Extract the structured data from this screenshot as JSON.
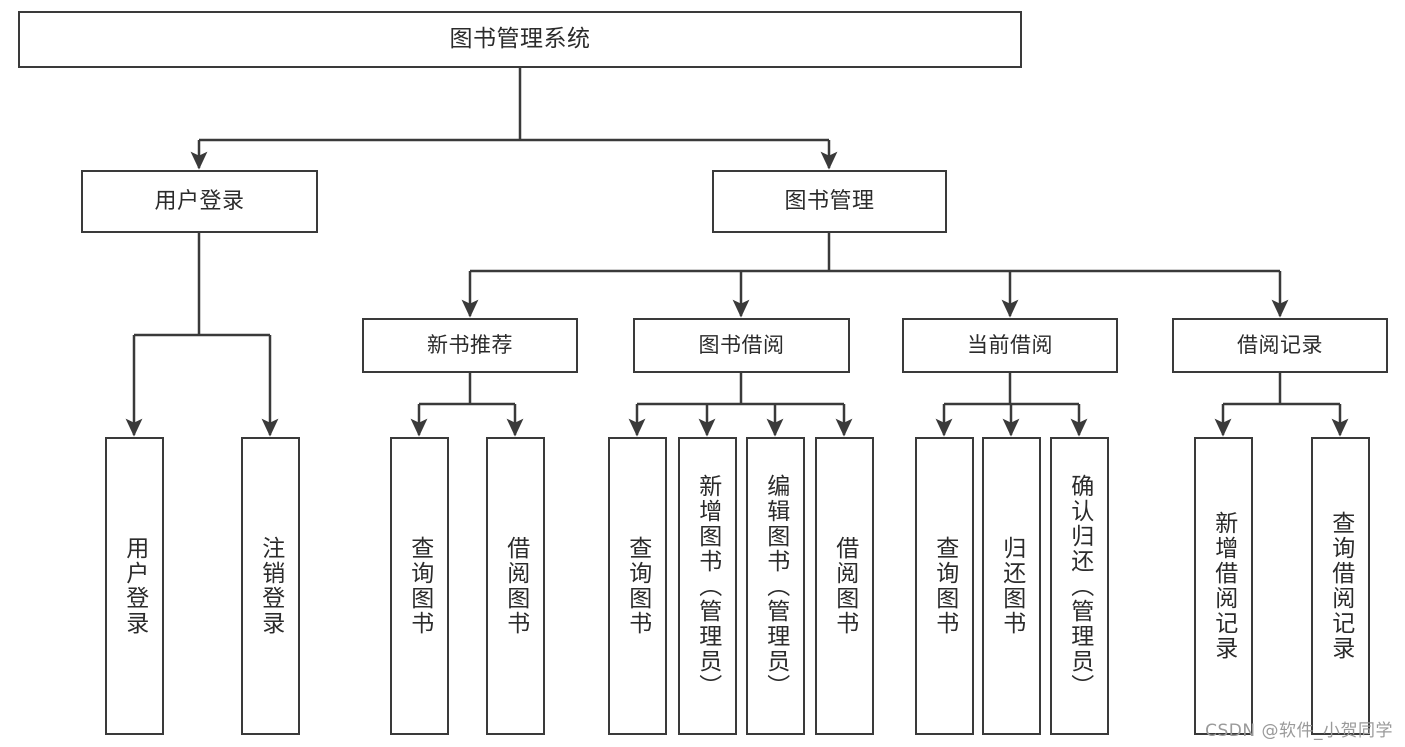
{
  "diagram": {
    "title": "图书管理系统",
    "type": "tree-hierarchy-diagram",
    "colors": {
      "box_border": "#3a3a3a",
      "box_fill": "#ffffff",
      "edge": "#3a3a3a",
      "text": "#2b2b2b",
      "watermark": "#9a9a9a",
      "background": "#ffffff"
    },
    "root": {
      "id": "root",
      "label": "图书管理系统"
    },
    "level1": [
      {
        "id": "user-login",
        "label": "用户登录"
      },
      {
        "id": "book-manage",
        "label": "图书管理"
      }
    ],
    "level2": [
      {
        "id": "new-book-recommend",
        "label": "新书推荐"
      },
      {
        "id": "book-borrow",
        "label": "图书借阅"
      },
      {
        "id": "current-borrow",
        "label": "当前借阅"
      },
      {
        "id": "borrow-record",
        "label": "借阅记录"
      }
    ],
    "leaves": {
      "user_login": [
        {
          "id": "leaf-user-login",
          "label": "用户登录"
        },
        {
          "id": "leaf-logout-login",
          "label": "注销登录"
        }
      ],
      "new_book_recommend": [
        {
          "id": "leaf-query-book-1",
          "label": "查询图书"
        },
        {
          "id": "leaf-borrow-book-1",
          "label": "借阅图书"
        }
      ],
      "book_borrow": [
        {
          "id": "leaf-query-book-2",
          "label": "查询图书"
        },
        {
          "id": "leaf-add-book",
          "label": "新增图书（管理员）"
        },
        {
          "id": "leaf-edit-book",
          "label": "编辑图书（管理员）"
        },
        {
          "id": "leaf-borrow-book-2",
          "label": "借阅图书"
        }
      ],
      "current_borrow": [
        {
          "id": "leaf-query-book-3",
          "label": "查询图书"
        },
        {
          "id": "leaf-return-book",
          "label": "归还图书"
        },
        {
          "id": "leaf-confirm-return",
          "label": "确认归还（管理员）"
        }
      ],
      "borrow_record": [
        {
          "id": "leaf-add-record",
          "label": "新增借阅记录"
        },
        {
          "id": "leaf-query-record",
          "label": "查询借阅记录"
        }
      ]
    }
  },
  "watermark": {
    "text": "CSDN @软件_小贺同学"
  }
}
